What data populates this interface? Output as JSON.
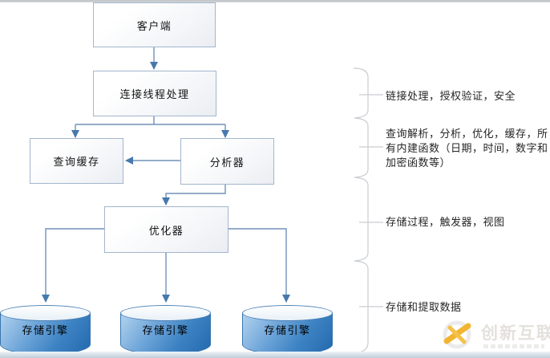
{
  "diagram": {
    "nodes": {
      "client": {
        "label": "客户端"
      },
      "connection_thread": {
        "label": "连接线程处理"
      },
      "query_cache": {
        "label": "查询缓存"
      },
      "parser": {
        "label": "分析器"
      },
      "optimizer": {
        "label": "优化器"
      },
      "storage_engine_1": {
        "label": "存储引擎"
      },
      "storage_engine_2": {
        "label": "存储引擎"
      },
      "storage_engine_3": {
        "label": "存储引擎"
      }
    },
    "annotations": [
      {
        "lines": [
          "链接处理，授权验证，安全"
        ]
      },
      {
        "lines": [
          "查询解析，分析，优化，缓存，所",
          "有内建函数（日期，时间，数字和",
          "加密函数等）"
        ]
      },
      {
        "lines": [
          "存储过程，触发器，视图"
        ]
      },
      {
        "lines": [
          "存储和提取数据"
        ]
      }
    ],
    "colors": {
      "connector_line": "#7091b8",
      "arrowhead": "#4779ad",
      "box_border": "#a3b6cd",
      "cylinder_blue": "#2268ae",
      "brace_gray": "#c9ccd0"
    }
  },
  "watermark": {
    "brand": "创新互联",
    "accent_yellow": "#f1b52f"
  }
}
